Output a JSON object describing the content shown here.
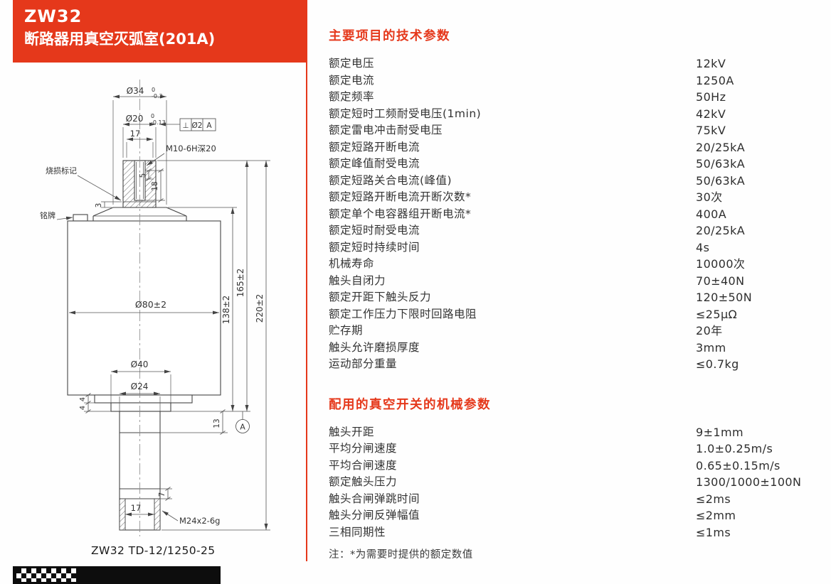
{
  "colors": {
    "accent": "#e5381b"
  },
  "header": {
    "model": "ZW32",
    "subtitle": "断路器用真空灭弧室(201A)"
  },
  "drawing": {
    "caption": "ZW32 TD-12/1250-25",
    "labels": {
      "burn_mark": "烧损标记",
      "nameplate": "铭牌",
      "thread_top": "M10-6H深20",
      "thread_bottom": "M24x2-6g",
      "datum": "A"
    },
    "dims": {
      "d34": "Ø34",
      "d34_tol_upper": "0",
      "d34_tol_lower": "-0.3",
      "d20": "Ø20",
      "d20_tol_upper": "0",
      "d20_tol_lower": "-0.13",
      "top_width": "17",
      "tol_symbol": "⊥",
      "tol_value": "Ø2",
      "tol_datum": "A",
      "depth5": "5",
      "depth18": "18",
      "step3": "3",
      "body_dia": "Ø80±2",
      "shaft_dia": "Ø40",
      "guide_dia": "Ø24",
      "h138": "138±2",
      "h165": "165±2",
      "h220": "220±2",
      "step4a": "4",
      "step4b": "4",
      "step13": "13",
      "groove7": "7",
      "bottom_width": "17"
    }
  },
  "sections": [
    {
      "title": "主要项目的技术参数",
      "rows": [
        {
          "label": "额定电压",
          "value": "12kV"
        },
        {
          "label": "额定电流",
          "value": "1250A"
        },
        {
          "label": "额定频率",
          "value": "50Hz"
        },
        {
          "label": "额定短时工频耐受电压(1min)",
          "value": "42kV"
        },
        {
          "label": "额定雷电冲击耐受电压",
          "value": "75kV"
        },
        {
          "label": "额定短路开断电流",
          "value": "20/25kA"
        },
        {
          "label": "额定峰值耐受电流",
          "value": "50/63kA"
        },
        {
          "label": "额定短路关合电流(峰值)",
          "value": "50/63kA"
        },
        {
          "label": "额定短路开断电流开断次数*",
          "value": "30次"
        },
        {
          "label": "额定单个电容器组开断电流*",
          "value": "400A"
        },
        {
          "label": "额定短时耐受电流",
          "value": "20/25kA"
        },
        {
          "label": "额定短时持续时间",
          "value": "4s"
        },
        {
          "label": "机械寿命",
          "value": "10000次"
        },
        {
          "label": "触头自闭力",
          "value": "70±40N"
        },
        {
          "label": "额定开距下触头反力",
          "value": "120±50N"
        },
        {
          "label": "额定工作压力下限时回路电阻",
          "value": "≤25μΩ"
        },
        {
          "label": "贮存期",
          "value": "20年"
        },
        {
          "label": "触头允许磨损厚度",
          "value": "3mm"
        },
        {
          "label": "运动部分重量",
          "value": "≤0.7kg"
        }
      ]
    },
    {
      "title": "配用的真空开关的机械参数",
      "rows": [
        {
          "label": "触头开距",
          "value": "9±1mm"
        },
        {
          "label": "平均分闸速度",
          "value": "1.0±0.25m/s"
        },
        {
          "label": "平均合闸速度",
          "value": "0.65±0.15m/s"
        },
        {
          "label": "额定触头压力",
          "value": "1300/1000±100N"
        },
        {
          "label": "触头合闸弹跳时间",
          "value": "≤2ms"
        },
        {
          "label": "触头分闸反弹幅值",
          "value": "≤2mm"
        },
        {
          "label": "三相同期性",
          "value": "≤1ms"
        }
      ]
    }
  ],
  "note": "注：*为需要时提供的额定数值"
}
